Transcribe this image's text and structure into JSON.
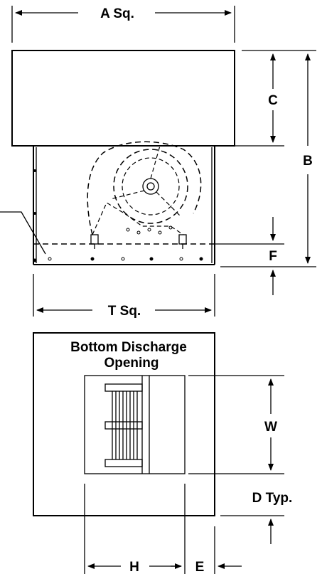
{
  "labels": {
    "a": "A Sq.",
    "b": "B",
    "c": "C",
    "f": "F",
    "t": "T Sq.",
    "w": "W",
    "d": "D Typ.",
    "h": "H",
    "e": "E"
  },
  "caption": {
    "line1": "Bottom Discharge",
    "line2": "Opening"
  },
  "colors": {
    "line": "#000000",
    "background": "#ffffff"
  }
}
